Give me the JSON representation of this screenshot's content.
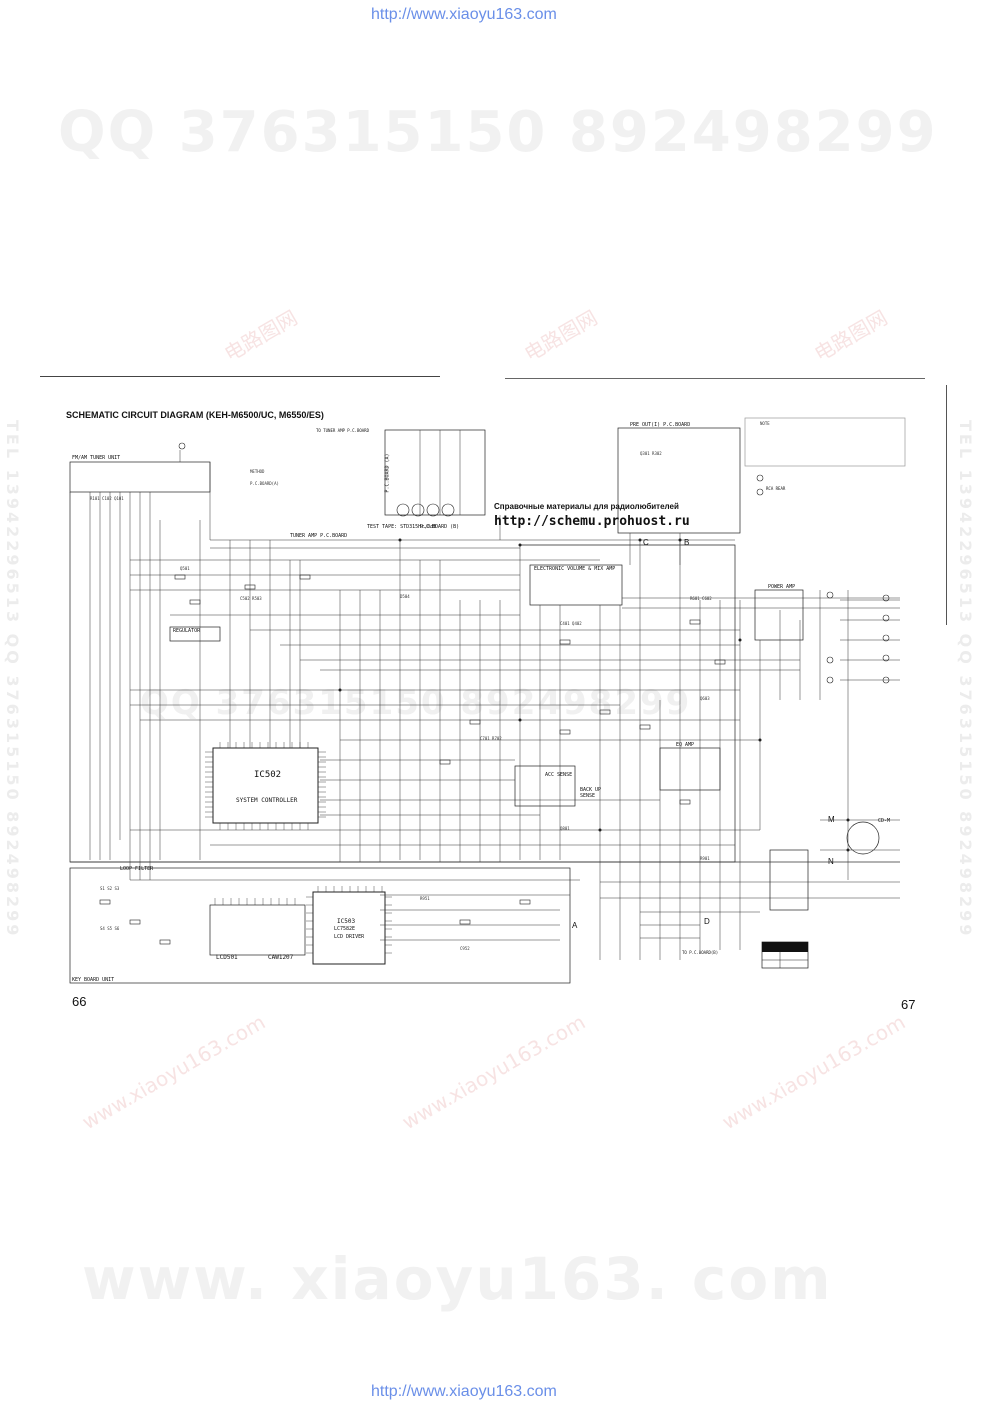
{
  "header": {
    "url": "http://www.xiaoyu163.com"
  },
  "footer": {
    "url": "http://www.xiaoyu163.com"
  },
  "watermarks": {
    "qq_line": "QQ 376315150   892498299",
    "side_text": "TEL 13942296513  QQ 376315150  892498299",
    "site_text": "www. xiaoyu163. com",
    "pink_text": "电路图网",
    "pink_sub": "www.xiaoyu163.com"
  },
  "schematic": {
    "title": "SCHEMATIC CIRCUIT DIAGRAM (KEH-M6500/UC, M6550/ES)",
    "page_left": "66",
    "page_right": "67",
    "blocks": {
      "tuner_unit": "FM/AM TUNER UNIT",
      "tuner_amp_board": "TUNER AMP P.C.BOARD",
      "regulator": "REGULATOR",
      "ic502": "IC502",
      "ic502_sub": "SYSTEM CONTROLLER",
      "ic503": "IC503",
      "ic503_part": "LC7582E",
      "ic503_sub": "LCD DRIVER",
      "lcd": "LCD501",
      "lcd_part": "CAW1207",
      "electronic_volume": "ELECTRONIC VOLUME & MIX AMP",
      "power_amp": "POWER AMP",
      "eq_amp": "EQ AMP",
      "acc_sense": "ACC SENSE",
      "backup_sense": "BACK UP SENSE",
      "pre_out_board": "PRE OUT(I) P.C.BOARD",
      "pc_board_a": "P.C.BOARD (A)",
      "pc_board_b": "P.C.BOARD (B)",
      "test_tape": "TEST TAPE: STD315Hz,0dB",
      "key_board": "KEY BOARD UNIT",
      "loop_filter": "LOOP FILTER",
      "rca_rear": "RCA REAR",
      "cd_m": "CD-M",
      "to_pc_board": "TO P.C.BOARD(B)",
      "tuner_pc_top": "TO TUNER AMP P.C.BOARD"
    },
    "russian_note": "Справочные материалы для радиолюбителей",
    "russian_url": "http://schemu.prohuost.ru",
    "connector_letters": [
      "C",
      "B",
      "M",
      "N",
      "A",
      "D"
    ]
  }
}
